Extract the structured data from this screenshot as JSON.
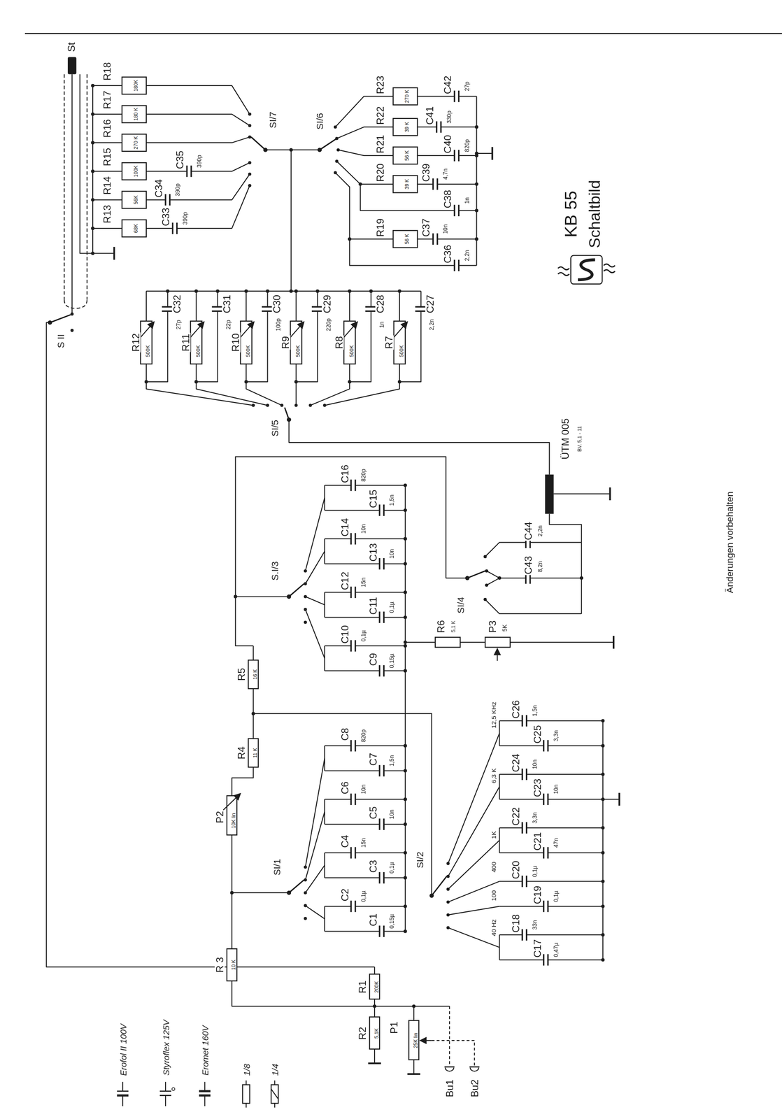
{
  "diagram": {
    "title": "KB 55",
    "labels": [
      "St",
      "R18",
      "180K",
      "R17",
      "180 K",
      "R16",
      "270 K",
      "R15",
      "100K",
      "R14",
      "56K",
      "R13",
      "68K",
      "C35",
      "390p",
      "C34",
      "390p",
      "C33",
      "390p",
      "SI/7",
      "SI/6",
      "R23",
      "270 K",
      "C42",
      "27p",
      "R22",
      "39 K",
      "C41",
      "330p",
      "R21",
      "56 K",
      "C40",
      "820p",
      "R20",
      "39 K",
      "C39",
      "4,7n",
      "C38",
      "1n",
      "R19",
      "56 K",
      "C37",
      "10n",
      "C36",
      "2,2n",
      "Schaltbild",
      "C32",
      "27p",
      "R12",
      "500K",
      "C31",
      "22p",
      "R11",
      "500K",
      "C30",
      "100p",
      "R10",
      "500K",
      "C29",
      "220p",
      "R9",
      "500K",
      "C28",
      "1n",
      "R8",
      "500K",
      "C27",
      "2,2n",
      "R7",
      "500K",
      "SI/5",
      "ÜTM 005",
      "BV. 5,1 - 11",
      "C44",
      "2,2n",
      "C43",
      "8,2n",
      "SI/4",
      "R6",
      "5,1 K",
      "P3",
      "5K",
      "S.I/3",
      "C16",
      "820p",
      "C15",
      "1,5n",
      "C14",
      "10n",
      "C13",
      "10n",
      "C12",
      "15n",
      "C11",
      "0,1µ",
      "C10",
      "0,1µ",
      "C9",
      "0,15µ",
      "C8",
      "820p",
      "C7",
      "1,5n",
      "C6",
      "10n",
      "C5",
      "10n",
      "C4",
      "15n",
      "C3",
      "0,1µ",
      "C2",
      "0,1µ",
      "C1",
      "0,15µ",
      "SI/1",
      "R5",
      "16 K",
      "R4",
      "11 K",
      "P2",
      "10K lin",
      "R 3",
      "10 K",
      "SI/2",
      "12,5 KHz",
      "6,3 K",
      "1K",
      "400",
      "100",
      "40 Hz",
      "C26",
      "1,5n",
      "C25",
      "3,3n",
      "C24",
      "10n",
      "C23",
      "10n",
      "C22",
      "3,3n",
      "C21",
      "47n",
      "C20",
      "0,1µ",
      "C19",
      "0,1µ",
      "C18",
      "33n",
      "C17",
      "0,47µ",
      "R1",
      "200K",
      "R2",
      "5,1K",
      "P1",
      "25K lin",
      "Bu1",
      "Bu2",
      "S II",
      "Änderungen vorbehalten"
    ],
    "legend": [
      {
        "text": "Erofol II 100V"
      },
      {
        "text": "Styroflex 125V"
      },
      {
        "text": "Eromet 160V"
      },
      {
        "text": "1/8"
      },
      {
        "text": "1/4"
      }
    ]
  }
}
